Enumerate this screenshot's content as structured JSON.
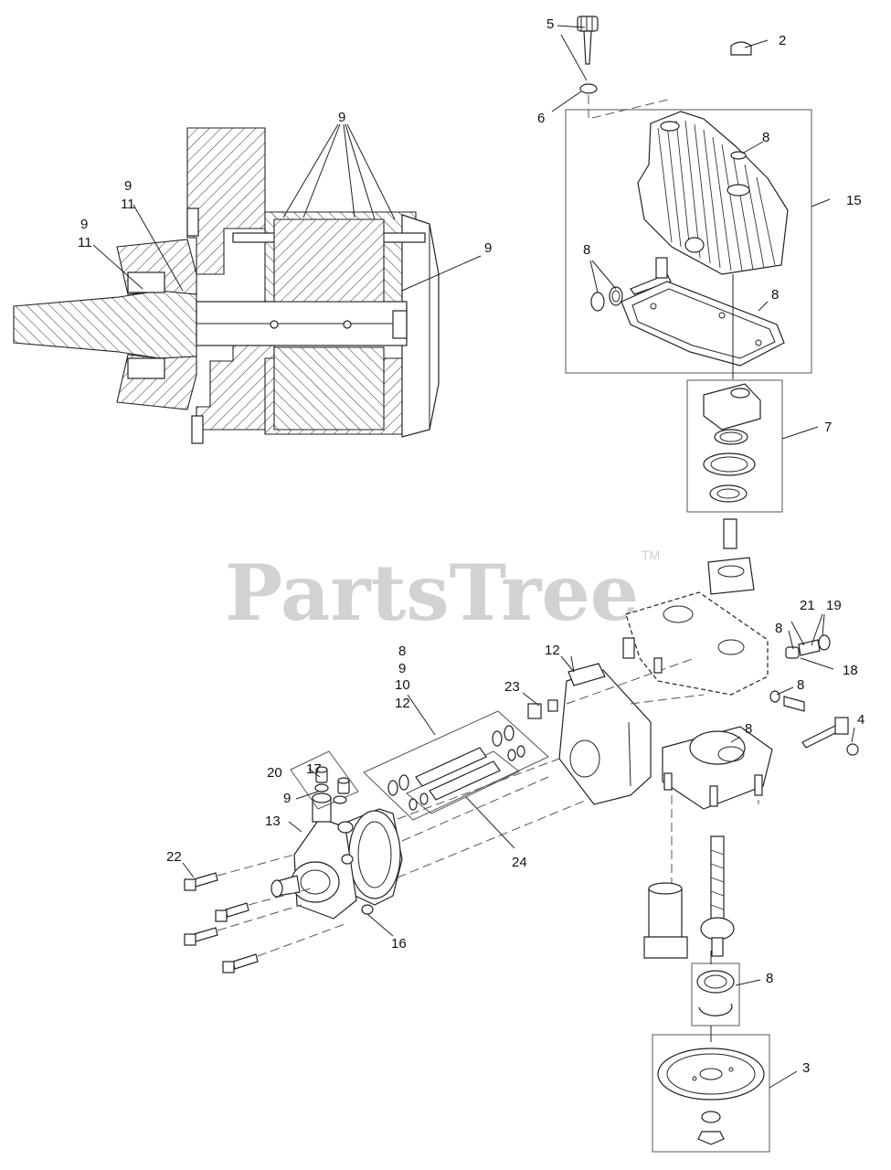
{
  "watermark": {
    "text": "PartsTree",
    "trademark": "TM"
  },
  "callouts": {
    "c2": "2",
    "c3": "3",
    "c4": "4",
    "c5": "5",
    "c6": "6",
    "c7": "7",
    "c8_cap": "8",
    "c8_orings": "8",
    "c8_gasket": "8",
    "c8_block": "8",
    "c8_seal": "8",
    "c8_valve": "8",
    "c8_bearing": "8",
    "c9_top": "9",
    "c9_right": "9",
    "c9_left_a": "9",
    "c11_left_a": "11",
    "c9_left_b": "9",
    "c11_left_b": "11",
    "c8_kit": "8",
    "c9_kit": "9",
    "c10_kit": "10",
    "c12_kit": "12",
    "c9_valve": "9",
    "c12": "12",
    "c13": "13",
    "c15": "15",
    "c16": "16",
    "c17": "17",
    "c18": "18",
    "c19": "19",
    "c20": "20",
    "c21": "21",
    "c22": "22",
    "c23": "23",
    "c24": "24"
  }
}
